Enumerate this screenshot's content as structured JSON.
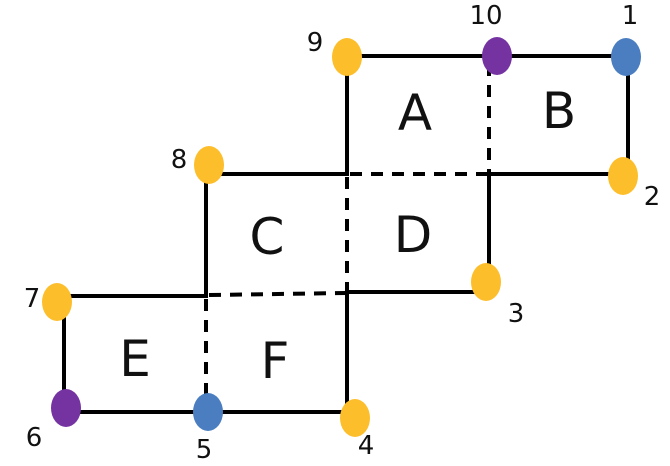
{
  "colors": {
    "line": "#000000",
    "orange": "#FDBE2C",
    "purple": "#7533A2",
    "blue": "#4A7EC0"
  },
  "cells": [
    {
      "id": "A",
      "label": "A"
    },
    {
      "id": "B",
      "label": "B"
    },
    {
      "id": "C",
      "label": "C"
    },
    {
      "id": "D",
      "label": "D"
    },
    {
      "id": "E",
      "label": "E"
    },
    {
      "id": "F",
      "label": "F"
    }
  ],
  "nodes": [
    {
      "id": "1",
      "label": "1",
      "color": "blue"
    },
    {
      "id": "2",
      "label": "2",
      "color": "orange"
    },
    {
      "id": "3",
      "label": "3",
      "color": "orange"
    },
    {
      "id": "4",
      "label": "4",
      "color": "orange"
    },
    {
      "id": "5",
      "label": "5",
      "color": "blue"
    },
    {
      "id": "6",
      "label": "6",
      "color": "purple"
    },
    {
      "id": "7",
      "label": "7",
      "color": "orange"
    },
    {
      "id": "8",
      "label": "8",
      "color": "orange"
    },
    {
      "id": "9",
      "label": "9",
      "color": "orange"
    },
    {
      "id": "10",
      "label": "10",
      "color": "purple"
    }
  ]
}
